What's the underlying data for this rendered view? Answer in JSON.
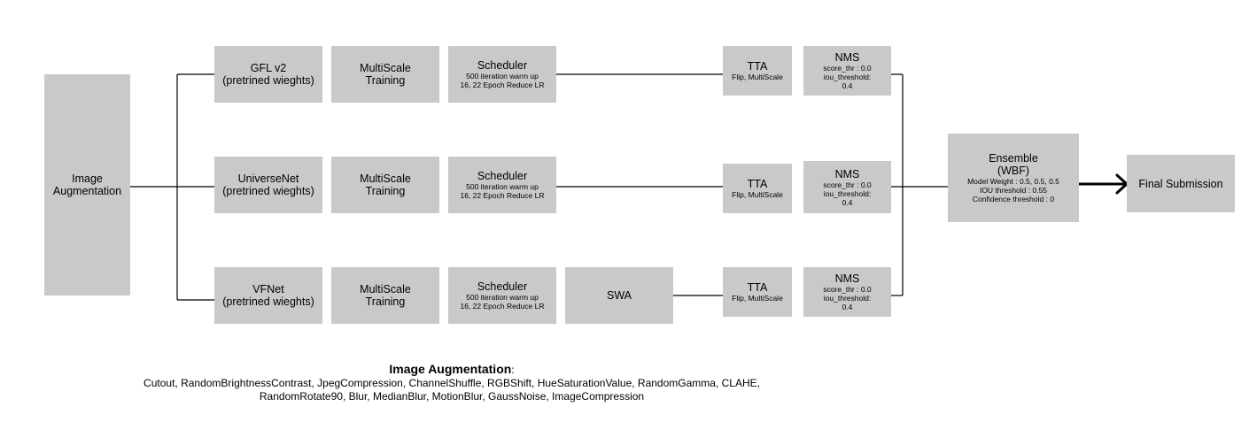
{
  "input": {
    "line1": "Image",
    "line2": "Augmentation"
  },
  "pipelines": [
    {
      "model": {
        "name": "GFL v2",
        "note": "(pretrined wieghts)"
      },
      "training": {
        "line1": "MultiScale",
        "line2": "Training"
      },
      "scheduler": {
        "title": "Scheduler",
        "line1": "500 iteration warm up",
        "line2": "16, 22 Epoch Reduce LR"
      },
      "tta": {
        "title": "TTA",
        "detail": "Flip, MultiScale"
      },
      "nms": {
        "title": "NMS",
        "line1": "score_thr : 0.0",
        "line2": "iou_threshold:",
        "line3": "0.4"
      }
    },
    {
      "model": {
        "name": "UniverseNet",
        "note": "(pretrined wieghts)"
      },
      "training": {
        "line1": "MultiScale",
        "line2": "Training"
      },
      "scheduler": {
        "title": "Scheduler",
        "line1": "500 iteration warm up",
        "line2": "16, 22 Epoch Reduce LR"
      },
      "tta": {
        "title": "TTA",
        "detail": "Flip, MultiScale"
      },
      "nms": {
        "title": "NMS",
        "line1": "score_thr : 0.0",
        "line2": "iou_threshold:",
        "line3": "0.4"
      }
    },
    {
      "model": {
        "name": "VFNet",
        "note": "(pretrined wieghts)"
      },
      "training": {
        "line1": "MultiScale",
        "line2": "Training"
      },
      "scheduler": {
        "title": "Scheduler",
        "line1": "500 iteration warm up",
        "line2": "16, 22 Epoch Reduce LR"
      },
      "swa": {
        "label": "SWA"
      },
      "tta": {
        "title": "TTA",
        "detail": "Flip, MultiScale"
      },
      "nms": {
        "title": "NMS",
        "line1": "score_thr : 0.0",
        "line2": "iou_threshold:",
        "line3": "0.4"
      }
    }
  ],
  "ensemble": {
    "title": "Ensemble",
    "subtitle": "(WBF)",
    "line1": "Model Weight : 0.5, 0.5, 0.5",
    "line2": "IOU threshold : 0.55",
    "line3": "Confidence threshold : 0"
  },
  "output": {
    "label": "Final Submission"
  },
  "footnote": {
    "title": "Image Augmentation",
    "colon": ":",
    "line1": "Cutout, RandomBrightnessContrast, JpegCompression, ChannelShuffle, RGBShift, HueSaturationValue, RandomGamma, CLAHE,",
    "line2": "RandomRotate90, Blur, MedianBlur, MotionBlur, GaussNoise, ImageCompression"
  },
  "colors": {
    "box_fill": "#c9c9c9",
    "line": "#000000",
    "text": "#000000",
    "background": "#ffffff"
  }
}
